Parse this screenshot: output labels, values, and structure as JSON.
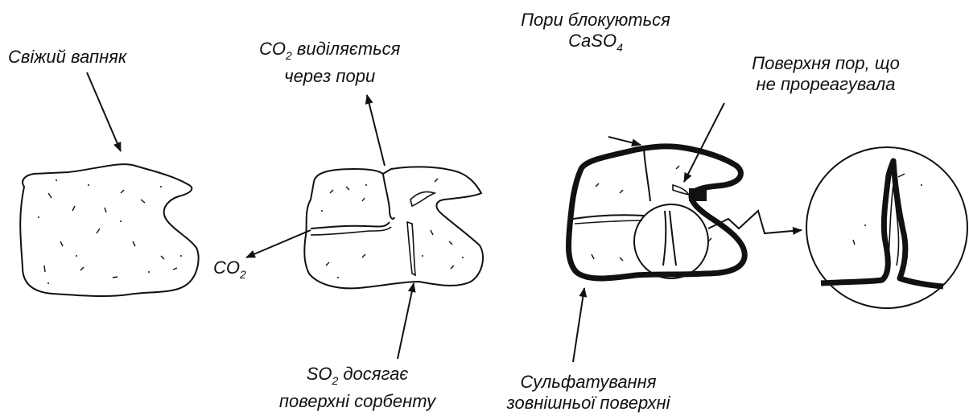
{
  "labels": {
    "fresh_limestone": "Свіжий вапняк",
    "co2_out": {
      "main": "CO",
      "sub": "2"
    },
    "co2_pores": {
      "pre": "CO",
      "sub": "2",
      "rest": " виділяється",
      "line2": "через пори"
    },
    "so2_reaches": {
      "pre": "SO",
      "sub": "2",
      "rest": " досягає",
      "line2": "поверхні сорбенту"
    },
    "pores_blocked": {
      "line1": "Пори блокуються",
      "pre": "CaSO",
      "sub": "4"
    },
    "unreacted_surface": {
      "line1": "Поверхня пор, що",
      "line2": "не прореагувала"
    },
    "outer_sulfation": {
      "line1": "Сульфатування",
      "line2": "зовнішньої поверхні"
    }
  },
  "colors": {
    "ink": "#111111",
    "background": "#ffffff"
  }
}
